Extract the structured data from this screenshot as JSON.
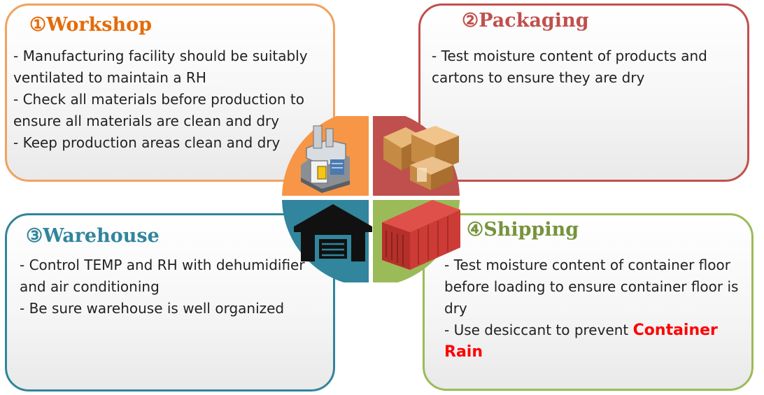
{
  "workshop": {
    "number": "①",
    "title": "Workshop",
    "lines": [
      "- Manufacturing facility should be suitably ventilated to maintain a RH",
      "- Check all materials before production to ensure all materials are clean and dry",
      "- Keep production areas clean and dry"
    ],
    "icon": "factory-icon"
  },
  "packaging": {
    "number": "②",
    "title": "Packaging",
    "lines": [
      "- Test moisture content of products and cartons to ensure they are dry"
    ],
    "icon": "cardboard-boxes-icon"
  },
  "warehouse": {
    "number": "③",
    "title": "Warehouse",
    "lines": [
      "- Control TEMP and RH with dehumidifier and air conditioning",
      "- Be sure warehouse is well organized"
    ],
    "icon": "warehouse-icon"
  },
  "shipping": {
    "number": "④",
    "title": "Shipping",
    "line1": "- Test  moisture content of container floor before loading to ensure container floor is dry",
    "line2_prefix": "-  Use desiccant to prevent ",
    "line2_highlight": "Container Rain",
    "icon": "shipping-container-icon"
  },
  "colors": {
    "workshop": "#f79646",
    "packaging": "#c0504d",
    "warehouse": "#31859c",
    "shipping": "#9bbb59",
    "highlight": "#ff0000"
  }
}
